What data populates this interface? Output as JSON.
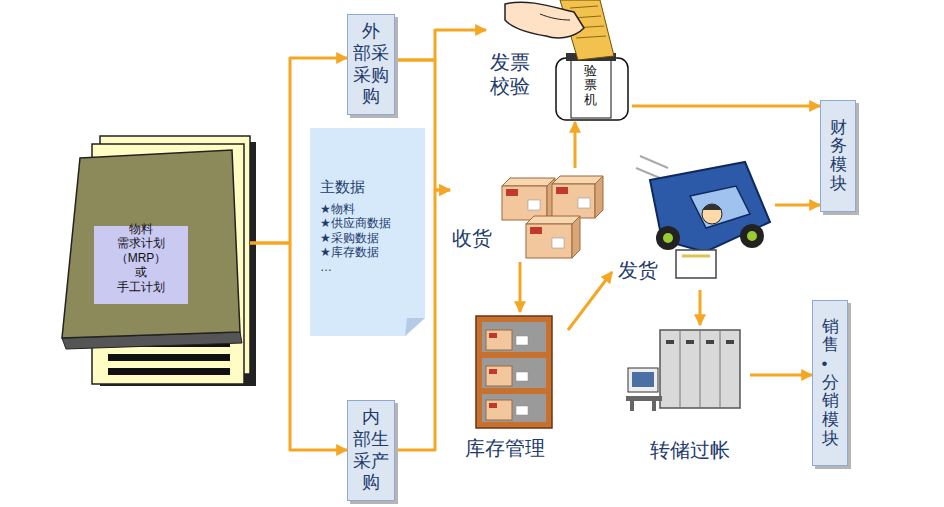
{
  "diagram": {
    "nodes": [
      {
        "text": [
          "物料 需求计划 （MRP） 或 手工计划"
        ]
      },
      {
        "text": [
          "外 部采 采购 购"
        ]
      },
      {
        "text": [
          "主数据",
          "★物料 ★供应商数据 ★采购数据 ★库存数据 …"
        ]
      },
      {
        "text": [
          "内 部生 采产 购"
        ]
      },
      {
        "text": [
          "发票 校验",
          "验票机"
        ]
      },
      {
        "text": [
          "收货"
        ]
      },
      {
        "text": [
          "库存管理"
        ]
      },
      {
        "text": [
          "发货"
        ]
      },
      {
        "text": [
          "转储过帐"
        ]
      },
      {
        "text": [
          "财务模块"
        ]
      },
      {
        "text": [
          "销售•分销模块"
        ]
      }
    ],
    "edges": [
      {
        "from": 0,
        "to": 1,
        "arrow": "to"
      },
      {
        "from": 0,
        "to": 3,
        "arrow": "to"
      },
      {
        "from": 1,
        "to": 4,
        "arrow": "to"
      },
      {
        "from": 1,
        "to": 5,
        "arrow": "to"
      },
      {
        "from": 3,
        "to": 5,
        "arrow": "to"
      },
      {
        "from": 5,
        "to": 4,
        "arrow": "to"
      },
      {
        "from": 5,
        "to": 6,
        "arrow": "to"
      },
      {
        "from": 6,
        "to": 7,
        "arrow": "to"
      },
      {
        "from": 4,
        "to": 9,
        "arrow": "to"
      },
      {
        "from": 7,
        "to": 9,
        "arrow": "to"
      },
      {
        "from": 7,
        "to": 8,
        "arrow": "to"
      },
      {
        "from": 8,
        "to": 10,
        "arrow": "to"
      }
    ]
  }
}
